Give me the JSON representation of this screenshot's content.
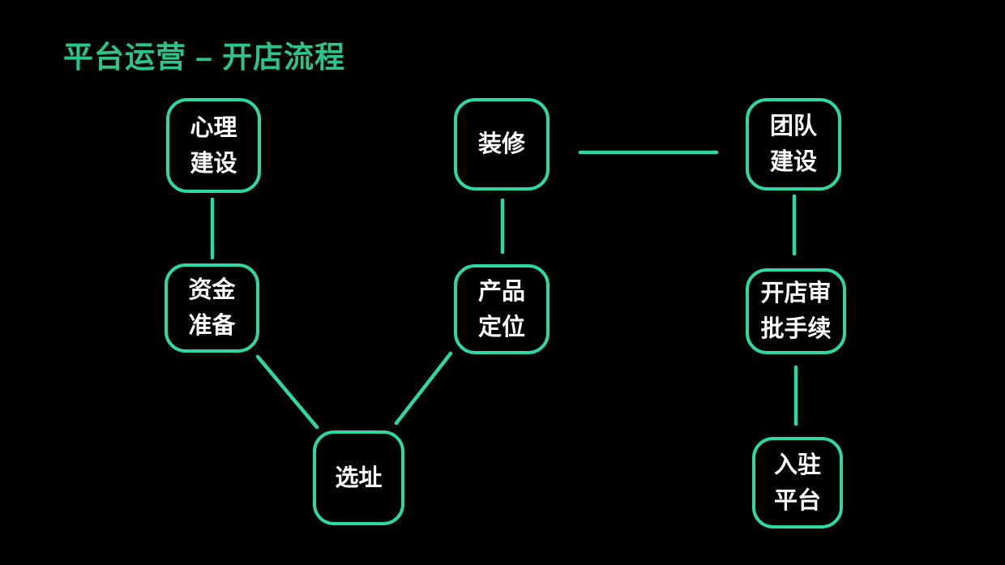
{
  "title": "平台运营 – 开店流程",
  "colors": {
    "background": "#000000",
    "title_text": "#2cc487",
    "node_border": "#2dd8a5",
    "node_text": "#ffffff",
    "connector": "#2dd8a5"
  },
  "nodes": [
    {
      "id": "psychological-preparation",
      "lines": [
        "心理",
        "建设"
      ]
    },
    {
      "id": "decoration",
      "lines": [
        "装修"
      ]
    },
    {
      "id": "team-building",
      "lines": [
        "团队",
        "建设"
      ]
    },
    {
      "id": "funding-preparation",
      "lines": [
        "资金",
        "准备"
      ]
    },
    {
      "id": "product-positioning",
      "lines": [
        "产品",
        "定位"
      ]
    },
    {
      "id": "store-approval-procedures",
      "lines": [
        "开店审",
        "批手续"
      ]
    },
    {
      "id": "site-selection",
      "lines": [
        "选址"
      ]
    },
    {
      "id": "platform-onboarding",
      "lines": [
        "入驻",
        "平台"
      ]
    }
  ],
  "connections": [
    {
      "from": "心理建设",
      "to": "资金准备"
    },
    {
      "from": "装修",
      "to": "产品定位"
    },
    {
      "from": "装修",
      "to": "团队建设"
    },
    {
      "from": "团队建设",
      "to": "开店审批手续"
    },
    {
      "from": "资金准备",
      "to": "选址"
    },
    {
      "from": "产品定位",
      "to": "选址"
    },
    {
      "from": "开店审批手续",
      "to": "入驻平台"
    }
  ]
}
